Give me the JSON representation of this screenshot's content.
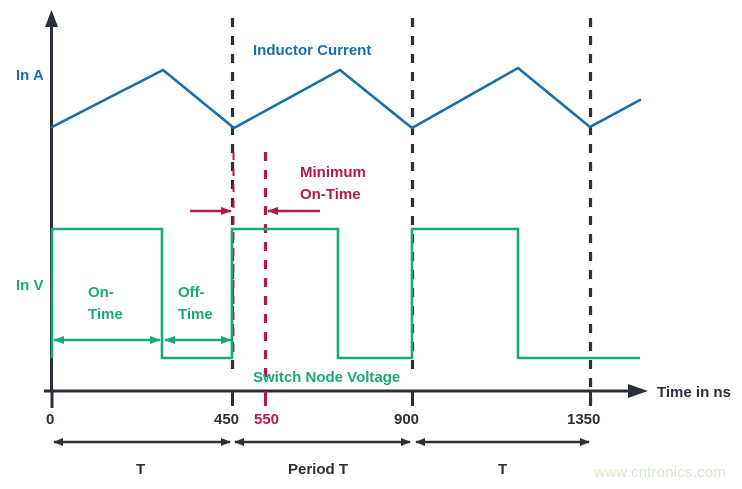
{
  "chart_data": {
    "type": "line",
    "title": "",
    "xlabel": "Time in ns",
    "ylabel_current": "In A",
    "ylabel_voltage": "In V",
    "xlim": [
      0,
      1470
    ],
    "xticks": [
      0,
      450,
      900,
      1350
    ],
    "xtick_labels": [
      "0",
      "450",
      "900",
      "1350"
    ],
    "extra_tick": {
      "value": 550,
      "label": "550",
      "color": "#b5174e"
    },
    "grid": false,
    "legend": "inline-annotations",
    "series": [
      {
        "name": "Inductor Current",
        "color": "#1a6fa8",
        "unit": "A",
        "points_ns": [
          0,
          280,
          460,
          730,
          900,
          1170,
          1350,
          1470
        ],
        "points_level": [
          0.5,
          1.0,
          0.49,
          1.0,
          0.49,
          1.01,
          0.5,
          0.74
        ]
      },
      {
        "name": "Switch Node Voltage",
        "color": "#17a87c",
        "unit": "V",
        "type": "square",
        "edges_ns": [
          0,
          275,
          450,
          715,
          900,
          1165,
          1470
        ],
        "levels": [
          1,
          0,
          1,
          0,
          1,
          0
        ]
      }
    ],
    "annotations": [
      {
        "name": "Inductor Current",
        "text": "Inductor Current",
        "color": "#1a6fa8"
      },
      {
        "name": "Switch Node Voltage",
        "text": "Switch Node Voltage",
        "color": "#17a87c"
      },
      {
        "name": "Minimum On-Time",
        "text": "Minimum On-Time",
        "color": "#b5174e",
        "span_ns": [
          450,
          550
        ]
      },
      {
        "name": "On-Time",
        "text": "On-Time",
        "color": "#17a87c",
        "span_ns": [
          0,
          275
        ]
      },
      {
        "name": "Off-Time",
        "text": "Off-Time",
        "color": "#17a87c",
        "span_ns": [
          275,
          450
        ]
      },
      {
        "name": "T",
        "text": "T",
        "color": "#2b2f38",
        "span_ns": [
          0,
          450
        ]
      },
      {
        "name": "Period T",
        "text": "Period T",
        "color": "#2b2f38",
        "span_ns": [
          450,
          900
        ]
      },
      {
        "name": "T2",
        "text": "T",
        "color": "#2b2f38",
        "span_ns": [
          900,
          1350
        ]
      }
    ],
    "dashed_markers_ns": [
      450,
      900,
      1350
    ],
    "dashed_marker_color": "#2b2f38",
    "dashed_marker_crimson_ns": [
      550
    ]
  },
  "labels": {
    "y_axis_current": "In A",
    "y_axis_voltage": "In V",
    "x_axis": "Time in ns",
    "inductor_current": "Inductor Current",
    "switch_node_voltage": "Switch Node Voltage",
    "minimum_on_time_line1": "Minimum",
    "minimum_on_time_line2": "On-Time",
    "on_time_line1": "On-",
    "on_time_line2": "Time",
    "off_time_line1": "Off-",
    "off_time_line2": "Time",
    "period_t": "Period T",
    "t_first": "T",
    "t_last": "T"
  },
  "ticks": {
    "t0": "0",
    "t450": "450",
    "t550": "550",
    "t900": "900",
    "t1350": "1350"
  },
  "colors": {
    "current_blue": "#1a6fa8",
    "voltage_green": "#17a87c",
    "crimson": "#b5174e",
    "axis_dark": "#2b2f38",
    "watermark": "#d8e8d2",
    "background": "#ffffff"
  },
  "watermark": {
    "text": "www.cntronics.com"
  }
}
